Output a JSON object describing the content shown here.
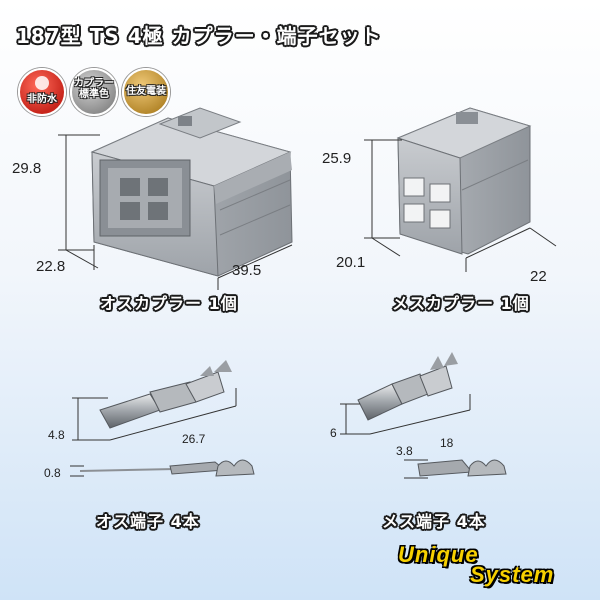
{
  "title": "187型 TS 4極 カプラー・端子セット",
  "badges": [
    {
      "label": "非防水",
      "color": "#c8261c"
    },
    {
      "label": "カプラー\n標準色",
      "color": "#9a9a9a"
    },
    {
      "label": "住友電装",
      "color": "#c79a3a"
    }
  ],
  "male_coupler": {
    "caption": "オスカプラー 1個",
    "dims": {
      "height": "29.8",
      "depth": "22.8",
      "width": "39.5"
    }
  },
  "female_coupler": {
    "caption": "メスカプラー 1個",
    "dims": {
      "height": "25.9",
      "depth": "20.1",
      "width": "22"
    }
  },
  "male_terminal": {
    "caption": "オス端子 4本",
    "dims": {
      "width": "4.8",
      "length": "26.7",
      "thickness": "0.8"
    }
  },
  "female_terminal": {
    "caption": "メス端子 4本",
    "dims": {
      "width": "6",
      "length": "18",
      "thickness": "3.8"
    }
  },
  "brand": {
    "line1": "Unique",
    "line2": "System"
  }
}
